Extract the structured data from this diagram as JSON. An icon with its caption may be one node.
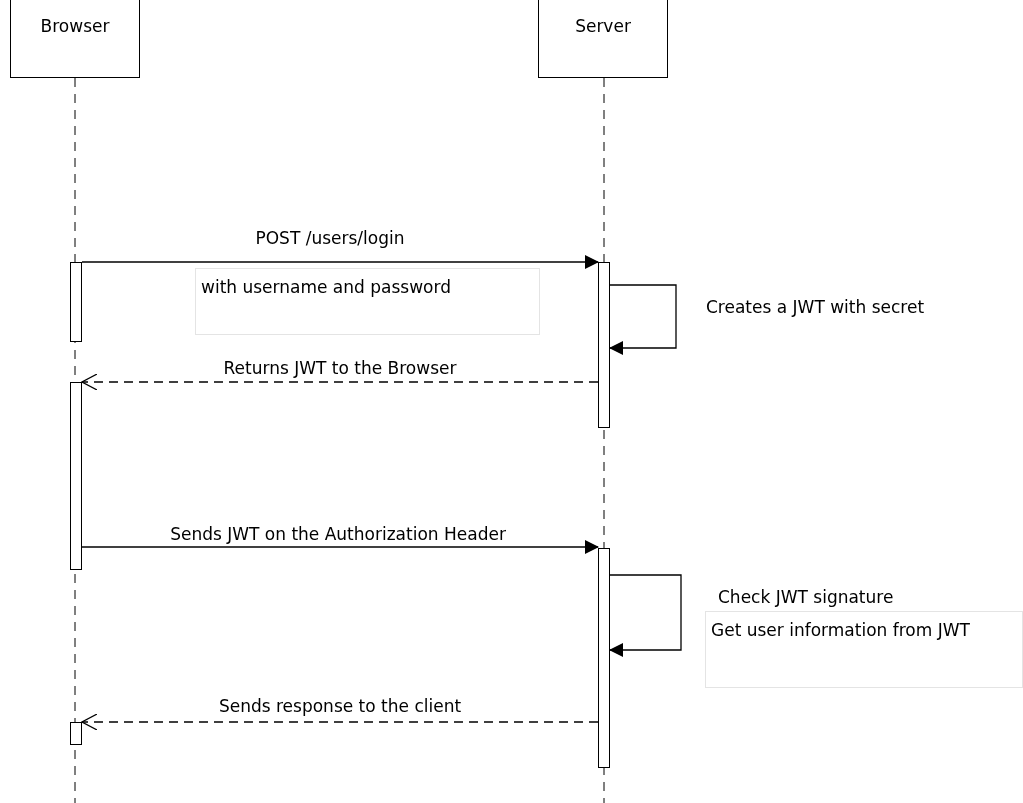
{
  "diagram": {
    "nodes": [
      {
        "text": [
          "Browser"
        ]
      },
      {
        "text": [
          "Server"
        ]
      },
      {
        "text": [],
        "shape": "bar"
      },
      {
        "text": [],
        "shape": "bar"
      },
      {
        "text": [],
        "shape": "bar"
      },
      {
        "text": [],
        "shape": "bar"
      },
      {
        "text": [],
        "shape": "bar"
      }
    ],
    "edges": [
      {
        "from": 2,
        "to": 3,
        "arrow": "to",
        "label": "POST /users/login"
      },
      {
        "from": 3,
        "to": 3,
        "arrow": "to",
        "label": "Creates a JWT with secret"
      },
      {
        "from": 3,
        "to": 4,
        "arrow": "to",
        "label": "Returns JWT to the Browser",
        "style": "dashed"
      },
      {
        "from": 4,
        "to": 5,
        "arrow": "to",
        "label": "Sends JWT on the Authorization Header"
      },
      {
        "from": 5,
        "to": 5,
        "arrow": "to",
        "label": "Check JWT signature"
      },
      {
        "from": 5,
        "to": 6,
        "arrow": "to",
        "label": "Sends response to the client",
        "style": "dashed"
      }
    ],
    "labels": [
      "with username and password",
      "Get user information from JWT"
    ]
  }
}
